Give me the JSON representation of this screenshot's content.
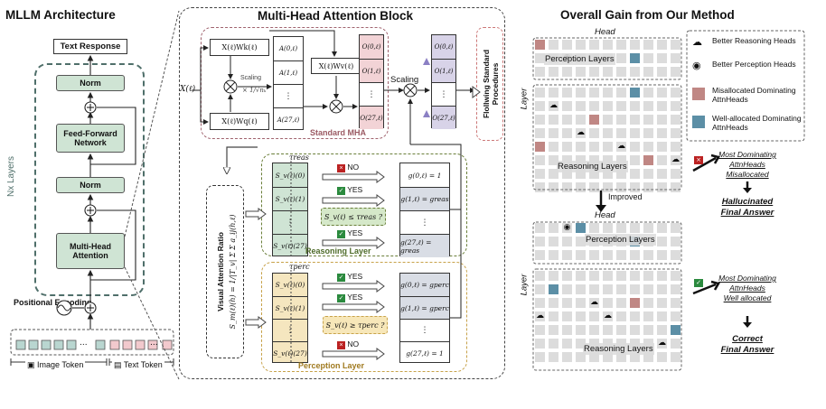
{
  "left": {
    "title": "MLLM Architecture",
    "text_response": "Text Response",
    "norm_top": "Norm",
    "ffn": "Feed-Forward Network",
    "norm_mid": "Norm",
    "mha": "Multi-Head Attention",
    "nx_layers": "Nx Layers",
    "positional_encoding": "Positional Encoding",
    "ellipsis": "...",
    "image_token": "Image Token",
    "text_token": "Text Token"
  },
  "middle": {
    "title": "Multi-Head Attention Block",
    "x_in": "X(ℓ)",
    "xwk": "X(ℓ)Wk(ℓ)",
    "xwq": "X(ℓ)Wq(ℓ)",
    "xwv": "X(ℓ)Wv(ℓ)",
    "scaling_small": "Scaling",
    "scale_factor": "× 1/√nₖ",
    "attn_rows": [
      "A(0,ℓ)",
      "A(1,ℓ)",
      "⋮",
      "A(27,ℓ)"
    ],
    "o_rows": [
      "O(0,ℓ)",
      "O(1,ℓ)",
      "⋮",
      "O(27,ℓ)"
    ],
    "o2_rows": [
      "O(0,ℓ)",
      "O(1,ℓ)",
      "⋮",
      "O(27,ℓ)"
    ],
    "standard_mha": "Standard MHA",
    "scaling": "Scaling",
    "following": "Flollwing Standard Procedures",
    "var_title": "Visual Attention Ratio",
    "var_formula": "S_m(ℓ)(h) = 1/|T_v| Σ Σ a_ij(h,ℓ)",
    "tau_reas": "τreas",
    "tau_perc": "τperc",
    "reasoning": {
      "scores": [
        "S_v(ℓ)(0)",
        "S_v(ℓ)(1)",
        "⋮",
        "S_v(ℓ)(27)"
      ],
      "decisions": [
        "NO",
        "YES",
        "",
        "YES"
      ],
      "condition": "S_v(ℓ) ≤ τreas ?",
      "gains": [
        "g(0,ℓ) = 1",
        "g(1,ℓ) = greas",
        "⋮",
        "g(27,ℓ) = greas"
      ],
      "label": "Reasoning Layer"
    },
    "perception": {
      "scores": [
        "S_v(ℓ)(0)",
        "S_v(ℓ)(1)",
        "⋮",
        "S_v(ℓ)(27)"
      ],
      "decisions": [
        "YES",
        "YES",
        "",
        "NO"
      ],
      "condition": "S_v(ℓ) ≥ τperc ?",
      "gains": [
        "g(0,ℓ) = gperc",
        "g(1,ℓ) = gperc",
        "⋮",
        "g(27,ℓ) = 1"
      ],
      "label": "Perception Layer"
    }
  },
  "right": {
    "title": "Overall Gain from Our Method",
    "head": "Head",
    "layer": "Layer",
    "perception_layers": "Perception Layers",
    "reasoning_layers": "Reasoning Layers",
    "improved": "Improved",
    "legend": [
      {
        "icon": "brain",
        "label": "Better Reasoning Heads"
      },
      {
        "icon": "eye",
        "label": "Better Perception Heads"
      },
      {
        "icon": "red-square",
        "label": "Misallocated Dominating AttnHeads"
      },
      {
        "icon": "blue-square",
        "label": "Well-allocated Dominating AttnHeads"
      }
    ],
    "top_answer": [
      "Most Dominating",
      "AttnHeads",
      "Misallocated"
    ],
    "top_final": [
      "Hallucinated",
      "Final Answer"
    ],
    "bottom_answer": [
      "Most Dominating",
      "AttnHeads",
      "Well allocated"
    ],
    "bottom_final": [
      "Correct",
      "Final Answer"
    ]
  },
  "colors": {
    "green": "#cfe4d4",
    "teal_border": "#4f6f6a",
    "pink": "#f2d3d6",
    "lavender": "#d8d3e8",
    "red_cell": "#c08784",
    "blue_cell": "#5c8fa6",
    "grid_bg": "#dcdcdc"
  }
}
